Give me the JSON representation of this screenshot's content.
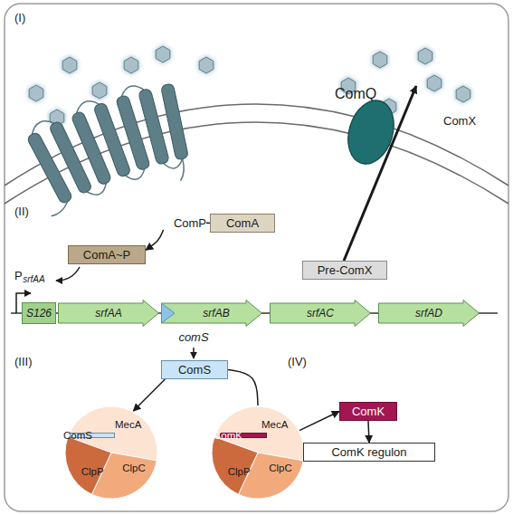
{
  "diagram": {
    "nodes": [
      {
        "text": [
          "ComP"
        ]
      },
      {
        "text": [
          "ComA"
        ]
      },
      {
        "text": [
          "ComQ"
        ]
      },
      {
        "text": [
          "ComA~P"
        ]
      },
      {
        "text": [
          "Pre-ComX"
        ]
      },
      {
        "text": [
          "S126"
        ]
      },
      {
        "text": [
          "srfAA"
        ]
      },
      {
        "text": [
          "srfAB"
        ]
      },
      {
        "text": [
          "srfAC"
        ]
      },
      {
        "text": [
          "srfAD"
        ]
      },
      {
        "text": [
          "ComS"
        ]
      },
      {
        "text": [
          "MecA",
          "ClpP",
          "ClpC"
        ]
      },
      {
        "text": [
          "ComS"
        ],
        "in": 11
      },
      {
        "text": [
          "MecA",
          "ClpP",
          "ClpC"
        ]
      },
      {
        "text": [
          "ComK"
        ],
        "in": 13
      },
      {
        "text": [
          "ComK"
        ]
      },
      {
        "text": [
          "ComK regulon"
        ]
      }
    ],
    "edges": [
      {
        "from": 0,
        "to": 1,
        "arrow": "none"
      },
      {
        "from": 0,
        "to": 3,
        "arrow": "to"
      },
      {
        "from": 4,
        "to": 2,
        "arrow": "to"
      },
      {
        "from": 10,
        "to": 11,
        "arrow": "to"
      },
      {
        "from": 10,
        "to": 13,
        "arrow": "none"
      },
      {
        "from": 13,
        "to": 15,
        "arrow": "to"
      },
      {
        "from": 15,
        "to": 16,
        "arrow": "to"
      }
    ],
    "labels": [
      "(I)",
      "ComX",
      "(II)",
      "P",
      "srfAA",
      "comS",
      "(III)",
      "(IV)"
    ]
  }
}
